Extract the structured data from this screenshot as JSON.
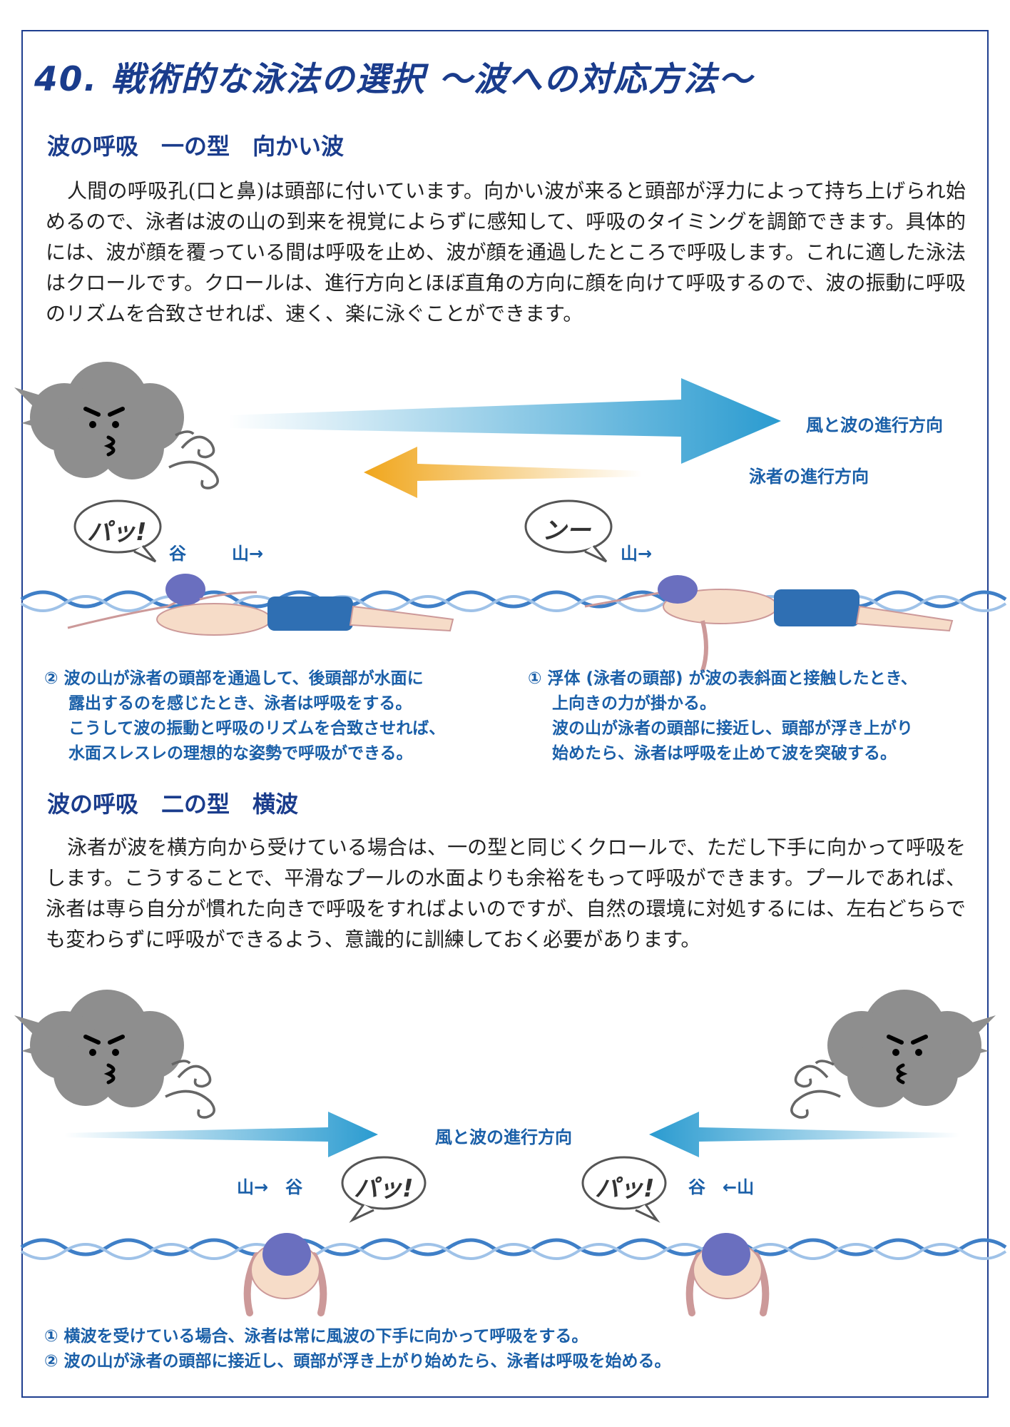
{
  "title": "40. 戦術的な泳法の選択 〜波への対応方法〜",
  "section1": {
    "heading": "波の呼吸　一の型　向かい波",
    "body": "人間の呼吸孔(口と鼻)は頭部に付いています。向かい波が来ると頭部が浮力によって持ち上げられ始めるので、泳者は波の山の到来を視覚によらずに感知して、呼吸のタイミングを調節できます。具体的には、波が顔を覆っている間は呼吸を止め、波が顔を通過したところで呼吸します。これに適した泳法はクロールです。クロールは、進行方向とほぼ直角の方向に顔を向けて呼吸するので、波の振動に呼吸のリズムを合致させれば、速く、楽に泳ぐことができます。",
    "wind_wave_direction": "風と波の進行方向",
    "swimmer_direction": "泳者の進行方向",
    "bubble_left": "パッ!",
    "bubble_right": "ンー",
    "label_trough": "谷",
    "label_crest_right": "山→",
    "label_crest_right2": "山→",
    "caption_left": {
      "line1": "② 波の山が泳者の頭部を通過して、後頭部が水面に",
      "line2": "露出するのを感じたとき、泳者は呼吸をする。",
      "line3": "こうして波の振動と呼吸のリズムを合致させれば、",
      "line4": "水面スレスレの理想的な姿勢で呼吸ができる。"
    },
    "caption_right": {
      "line1": "① 浮体 (泳者の頭部) が波の表斜面と接触したとき、",
      "line2": "上向きの力が掛かる。",
      "line3": "波の山が泳者の頭部に接近し、頭部が浮き上がり",
      "line4": "始めたら、泳者は呼吸を止めて波を突破する。"
    }
  },
  "section2": {
    "heading": "波の呼吸　二の型　横波",
    "body": "泳者が波を横方向から受けている場合は、一の型と同じくクロールで、ただし下手に向かって呼吸をします。こうすることで、平滑なプールの水面よりも余裕をもって呼吸ができます。プールであれば、泳者は専ら自分が慣れた向きで呼吸をすればよいのですが、自然の環境に対処するには、左右どちらでも変わらずに呼吸ができるよう、意識的に訓練しておく必要があります。",
    "wind_wave_direction": "風と波の進行方向",
    "label_left": "山→　谷",
    "label_right": "谷　←山",
    "bubble_left": "パッ!",
    "bubble_right": "パッ!",
    "caption": {
      "line1": "① 横波を受けている場合、泳者は常に風波の下手に向かって呼吸をする。",
      "line2": "② 波の山が泳者の頭部に接近し、頭部が浮き上がり始めたら、泳者は呼吸を始める。"
    }
  },
  "colors": {
    "title_blue": "#1a3c8c",
    "label_blue": "#1a5fa8",
    "wave_blue": "#3f7fc7",
    "arrow_blue": "#2a9bd0",
    "arrow_orange": "#f0a61c",
    "cloud_gray": "#8e8e8e",
    "swimsuit_blue": "#2f6fb3",
    "cap_purple": "#6a6fbf",
    "skin": "#f6dcc8"
  }
}
